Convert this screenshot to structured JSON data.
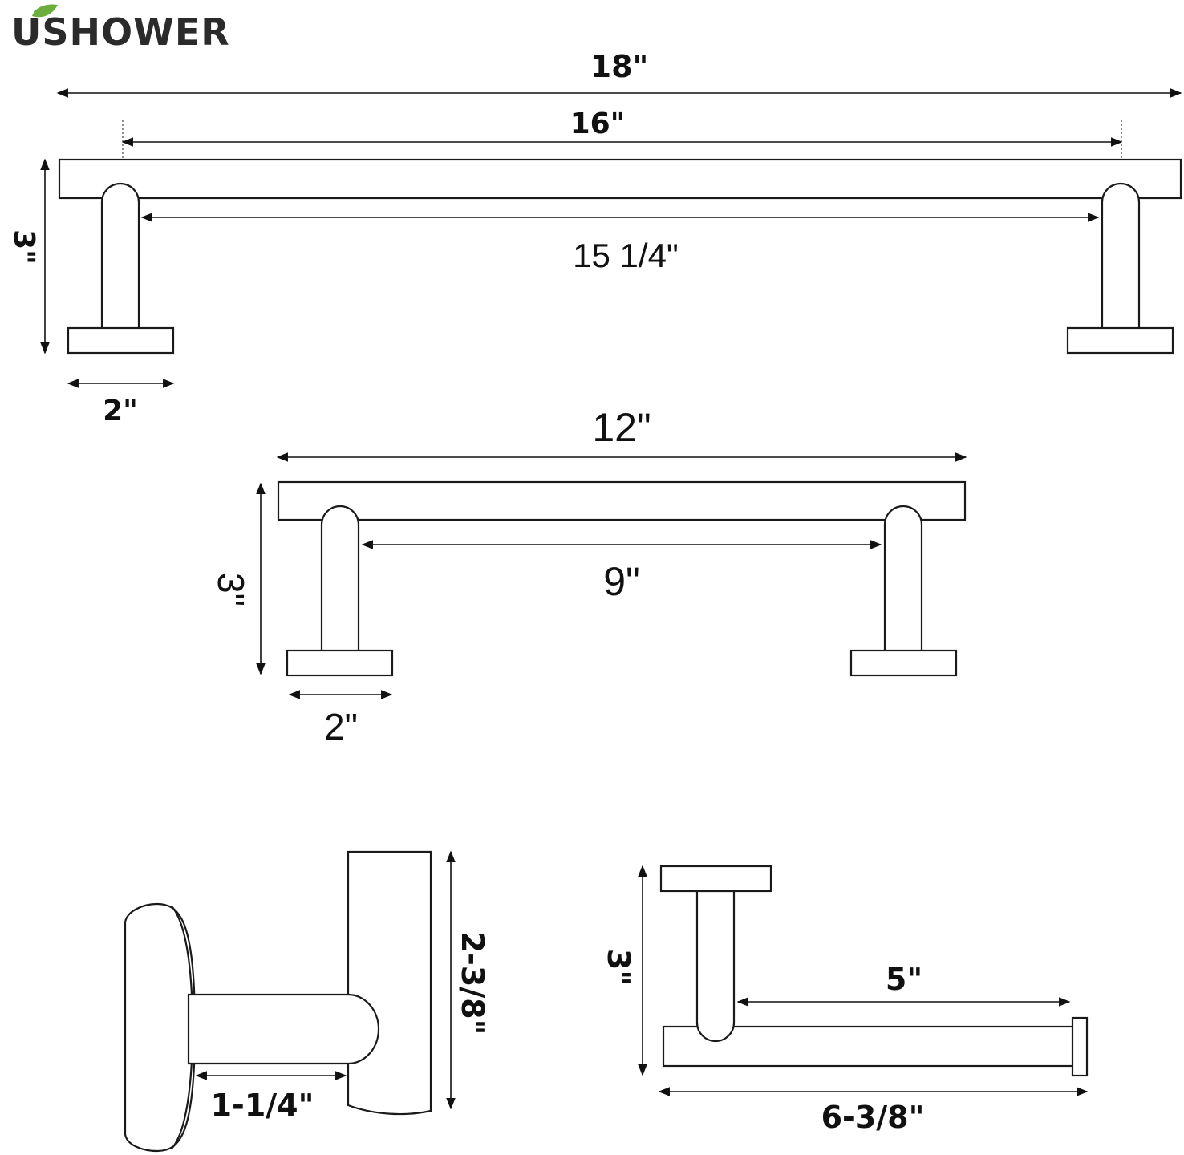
{
  "brand": {
    "name": "USHOWER",
    "leaf_color": "#6cae3e",
    "text_color": "#2b2b2b"
  },
  "towel_bar_18": {
    "overall_length": "18\"",
    "post_spacing": "16\"",
    "inner_clearance": "15 1/4\"",
    "height": "3\"",
    "base_width": "2\""
  },
  "towel_bar_12": {
    "overall_length": "12\"",
    "inner_clearance": "9\"",
    "height": "3\"",
    "base_width": "2\""
  },
  "robe_hook": {
    "projection": "1-1/4\"",
    "height": "2-3/8\""
  },
  "paper_holder": {
    "height": "3\"",
    "arm_length": "5\"",
    "overall_length": "6-3/8\""
  }
}
